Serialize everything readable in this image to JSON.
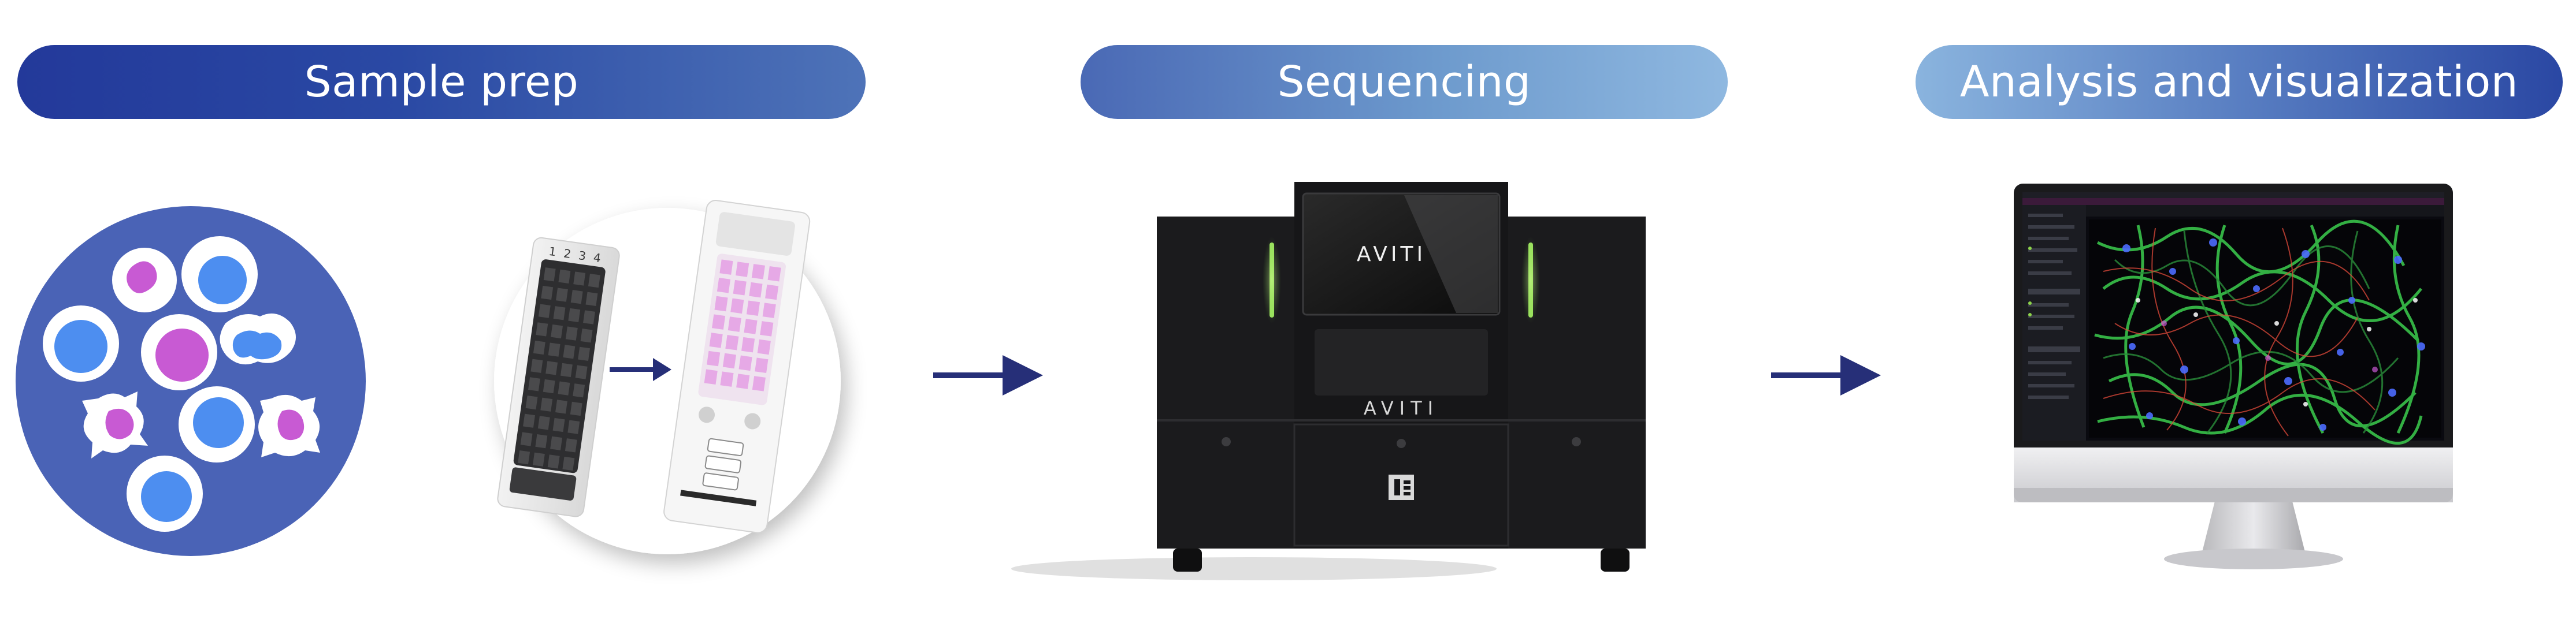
{
  "stages": [
    {
      "label": "Sample prep"
    },
    {
      "label": "Sequencing"
    },
    {
      "label": "Analysis and visualization"
    }
  ],
  "instrument": {
    "screen_logo": "AVITI",
    "front_logo": "AVITI"
  },
  "slide": {
    "lane_numbers": [
      "1",
      "2",
      "3",
      "4"
    ]
  },
  "colors": {
    "prep_dark": "#23399a",
    "seq_mid": "#6d9acd",
    "arrow_navy": "#262f78",
    "cell_disc": "#4a63b6",
    "cell_nucleus_blue": "#4d8ef0",
    "cell_nucleus_pink": "#c85ad3"
  },
  "icons": {
    "cell_disc": "cell-culture-icon",
    "slide": "flow-cell-slide-icon",
    "instrument": "sequencer-instrument-icon",
    "monitor": "analysis-monitor-icon",
    "arrow": "right-arrow-icon"
  }
}
